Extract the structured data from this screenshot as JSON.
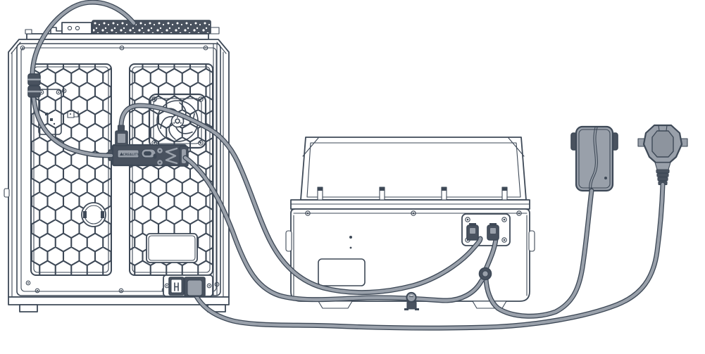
{
  "colors": {
    "line": "#3e4957",
    "cable": "#9aa1ab",
    "fill_gray": "#99a0aa",
    "fill_gray_dark": "#8d949e",
    "fill_dark": "#49525f",
    "background": "#ffffff"
  },
  "printer": {
    "component": "3d-printer-rear-view",
    "hub": {
      "logo_text": "CREALITY"
    }
  },
  "dryer_box": {
    "component": "accessory-box-lid-open"
  },
  "power_adapter": {
    "component": "power-adapter-brick"
  },
  "power_plug": {
    "component": "eu-schuko-mains-plug"
  },
  "cables": [
    "toolhead-chain-cable-to-hub",
    "hub-usb-cable-over-fan-to-box-left-port",
    "hub-cable-to-dc-grommet",
    "box-right-port-cable-to-dc-grommet",
    "adapter-dc-cable-to-grommet",
    "ac-power-cord-printer-to-mains-plug"
  ]
}
